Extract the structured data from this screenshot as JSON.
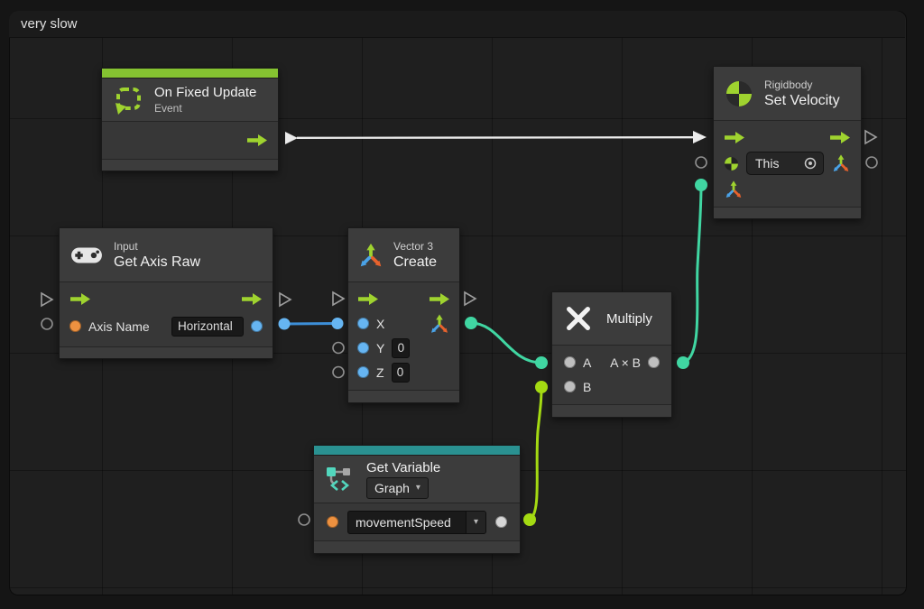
{
  "graph": {
    "title": "very slow"
  },
  "colors": {
    "accent_lime": "#9fd32f",
    "selection_green": "#85c331",
    "variable_teal": "#2a9191",
    "connection_white": "#ececec",
    "connection_blue": "#3d8fd8",
    "connection_teal": "#40d6a2",
    "connection_green": "#a4da12",
    "port_blue": "#66b5f2",
    "port_orange": "#ed9140",
    "port_gray": "#bfbfbf"
  },
  "icons": {
    "update-event-icon": "dashed loop arrow",
    "rigidbody-icon": "center of mass circle",
    "gamepad-icon": "game controller",
    "vector3-icon": "three axis arrows",
    "multiply-icon": "✕",
    "variable-icon": "variable node chain",
    "flow-arrow-icon": "→",
    "flow-port-icon": "▷",
    "value-port-icon": "○",
    "target-icon": "◎",
    "dropdown-caret-icon": "▾"
  },
  "nodes": {
    "on_fixed_update": {
      "title": "On Fixed Update",
      "subtitle": "Event"
    },
    "set_velocity": {
      "category": "Rigidbody",
      "title": "Set Velocity",
      "target_value": "This"
    },
    "get_axis_raw": {
      "category": "Input",
      "title": "Get Axis Raw",
      "axis_name_label": "Axis Name",
      "axis_name_value": "Horizontal"
    },
    "vector3_create": {
      "category": "Vector 3",
      "title": "Create",
      "x_label": "X",
      "y_label": "Y",
      "z_label": "Z",
      "y_value": "0",
      "z_value": "0"
    },
    "multiply": {
      "title": "Multiply",
      "a_label": "A",
      "b_label": "B",
      "result_label": "A × B"
    },
    "get_variable": {
      "title": "Get Variable",
      "scope_value": "Graph",
      "variable_value": "movementSpeed"
    }
  }
}
